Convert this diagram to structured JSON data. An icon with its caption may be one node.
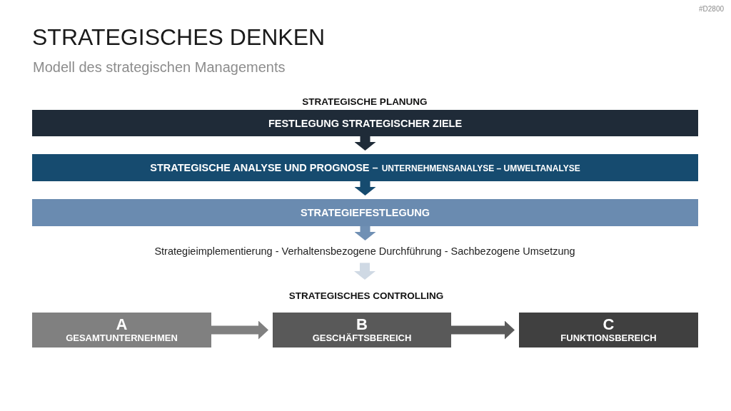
{
  "diagram": {
    "title": "STRATEGISCHES DENKEN",
    "nodes": [
      {
        "text": [
          "FESTLEGUNG STRATEGISCHER ZIELE"
        ]
      },
      {
        "text": [
          "STRATEGISCHE ANALYSE UND PROGNOSE –",
          "UNTERNEHMENSANALYSE – UMWELTANALYSE"
        ]
      },
      {
        "text": [
          "STRATEGIEFESTLEGUNG"
        ]
      },
      {
        "text": [
          "Strategieimplementierung - Verhaltensbezogene Durchführung - Sachbezogene Umsetzung"
        ]
      },
      {
        "text": [
          "STRATEGISCHES CONTROLLING"
        ]
      },
      {
        "text": [
          "A",
          "GESAMTUNTERNEHMEN"
        ]
      },
      {
        "text": [
          "B",
          "GESCHÄFTSBEREICH"
        ]
      },
      {
        "text": [
          "C",
          "FUNKTIONSBEREICH"
        ]
      }
    ],
    "edges": [
      {
        "from": 0,
        "to": 1,
        "arrow": "to",
        "color": "#1f2b38"
      },
      {
        "from": 1,
        "to": 2,
        "arrow": "to",
        "color": "#164b6f"
      },
      {
        "from": 2,
        "to": 3,
        "arrow": "to",
        "color": "#7090b4"
      },
      {
        "from": 3,
        "to": 4,
        "arrow": "to",
        "color": "#cfd9e4"
      },
      {
        "from": 5,
        "to": 6,
        "arrow": "to",
        "color": "#808080"
      },
      {
        "from": 6,
        "to": 7,
        "arrow": "to",
        "color": "#5a5a5a"
      }
    ],
    "labels": [
      "#D2800",
      "Modell des strategischen Managements",
      "STRATEGISCHE PLANUNG"
    ]
  }
}
